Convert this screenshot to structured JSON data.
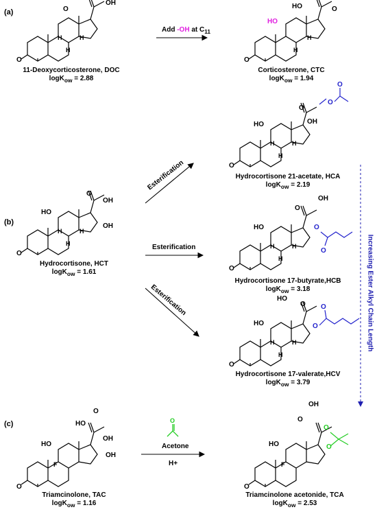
{
  "panels": [
    "(a)",
    "(b)",
    "(c)"
  ],
  "colors": {
    "ink": "#000000",
    "oh_highlight": "#e020e0",
    "ester": "#2222cc",
    "acetone": "#22cc22",
    "trend_arrow": "#1f1fb0"
  },
  "panel_a": {
    "reactant": {
      "name": "11-Deoxycorticosterone, DOC",
      "logk_prefix": "logK",
      "logk_sub": "ow",
      "logk_value": " = 2.88"
    },
    "arrow": {
      "text": "Add ",
      "highlight": "-OH",
      "suffix": " at C",
      "sub": "11"
    },
    "product": {
      "name": "Corticosterone, CTC",
      "logk_prefix": "logK",
      "logk_sub": "ow",
      "logk_value": " = 1.94"
    },
    "atoms": {
      "o": "O",
      "ho": "HO",
      "oh": "OH",
      "h": "H"
    }
  },
  "panel_b": {
    "reactant": {
      "name": "Hydrocortisone, HCT",
      "logk_prefix": "logK",
      "logk_sub": "ow",
      "logk_value": " = 1.61"
    },
    "arrow_label": "Esterification",
    "products": [
      {
        "name": "Hydrocortisone 21-acetate, HCA",
        "logk_prefix": "logK",
        "logk_sub": "ow",
        "logk_value": " = 2.19"
      },
      {
        "name": "Hydrocortisone 17-butyrate,HCB",
        "logk_prefix": "logK",
        "logk_sub": "ow",
        "logk_value": " = 3.18"
      },
      {
        "name": "Hydrocortisone 17-valerate,HCV",
        "logk_prefix": "logK",
        "logk_sub": "ow",
        "logk_value": " = 3.79"
      }
    ],
    "trend_label": "Increasing Ester Alkyl Chain Length"
  },
  "panel_c": {
    "reactant": {
      "name": "Triamcinolone, TAC",
      "logk_prefix": "logK",
      "logk_sub": "ow",
      "logk_value": " = 1.16"
    },
    "arrow_top": "Acetone",
    "arrow_bottom": "H+",
    "product": {
      "name": "Triamcinolone acetonide, TCA",
      "logk_prefix": "logK",
      "logk_sub": "ow",
      "logk_value": " = 2.53"
    },
    "atoms": {
      "f": "F"
    }
  }
}
